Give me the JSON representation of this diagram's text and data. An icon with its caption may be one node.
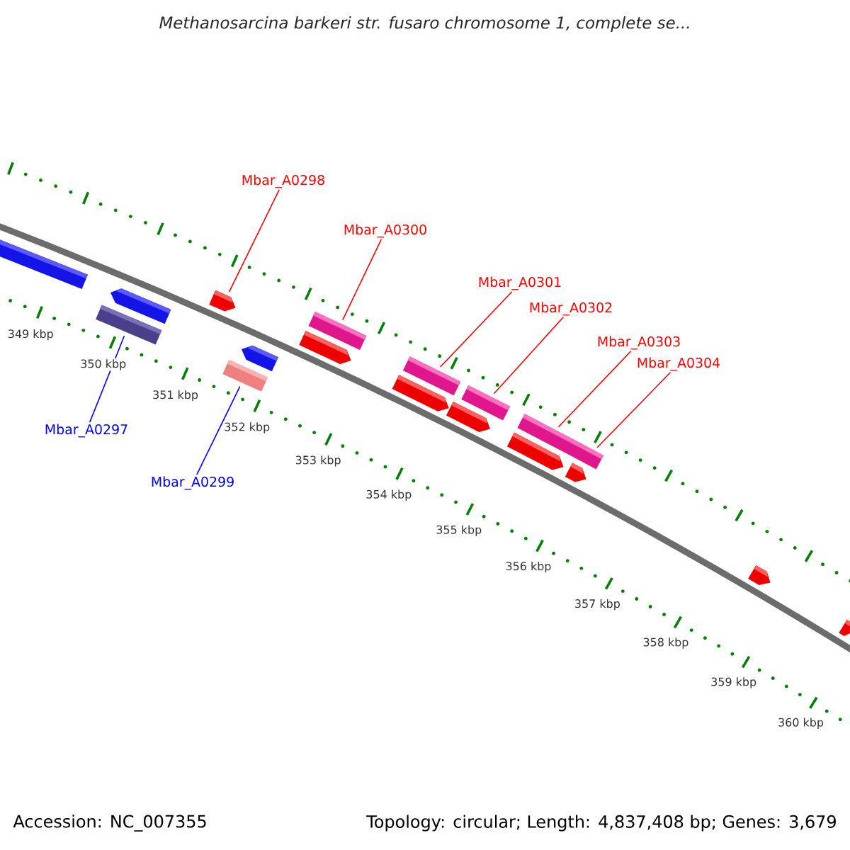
{
  "diagram": {
    "title": "Methanosarcina barkeri str. fusaro chromosome 1, complete se...",
    "nodes": [
      {
        "text": [
          "Mbar_A0298"
        ]
      },
      {
        "text": [
          "Mbar_A0300"
        ]
      },
      {
        "text": [
          "Mbar_A0301"
        ]
      },
      {
        "text": [
          "Mbar_A0302"
        ]
      },
      {
        "text": [
          "Mbar_A0303"
        ]
      },
      {
        "text": [
          "Mbar_A0304"
        ]
      },
      {
        "text": [
          "Mbar_A0297"
        ]
      },
      {
        "text": [
          "Mbar_A0299"
        ]
      },
      {
        "text": [],
        "shape": "bar"
      },
      {
        "text": [],
        "shape": "bar"
      },
      {
        "text": [],
        "shape": "arrow"
      },
      {
        "text": [],
        "shape": "arrow"
      },
      {
        "text": [],
        "shape": "bar"
      },
      {
        "text": [],
        "shape": "arrow"
      },
      {
        "text": [],
        "shape": "arrow"
      },
      {
        "text": [],
        "shape": "bar"
      },
      {
        "text": [],
        "shape": "arrow"
      },
      {
        "text": [],
        "shape": "bar"
      },
      {
        "text": [],
        "shape": "arrow"
      },
      {
        "text": [],
        "shape": "bar"
      },
      {
        "text": [],
        "shape": "arrow"
      },
      {
        "text": [],
        "shape": "bar"
      },
      {
        "text": [],
        "shape": "arrow"
      },
      {
        "text": [],
        "shape": "bar"
      },
      {
        "text": [],
        "shape": "arrow"
      },
      {
        "text": [],
        "shape": "arrow"
      }
    ],
    "edges": [
      {
        "from": 0,
        "to": 11,
        "arrow": "none"
      },
      {
        "from": 1,
        "to": 15,
        "arrow": "none"
      },
      {
        "from": 2,
        "to": 17,
        "arrow": "none"
      },
      {
        "from": 3,
        "to": 19,
        "arrow": "none"
      },
      {
        "from": 4,
        "to": 21,
        "arrow": "none"
      },
      {
        "from": 5,
        "to": 23,
        "arrow": "none"
      },
      {
        "from": 6,
        "to": 9,
        "arrow": "none",
        "color": "#0000ff"
      },
      {
        "from": 7,
        "to": 12,
        "arrow": "none",
        "color": "#0000ff"
      }
    ],
    "labels": [
      "349 kbp",
      "350 kbp",
      "351 kbp",
      "352 kbp",
      "353 kbp",
      "354 kbp",
      "355 kbp",
      "356 kbp",
      "357 kbp",
      "358 kbp",
      "359 kbp",
      "360 kbp",
      "Accession: NC_007355",
      "Topology: circular; Length: 4,837,408 bp; Genes: 3,679"
    ]
  }
}
